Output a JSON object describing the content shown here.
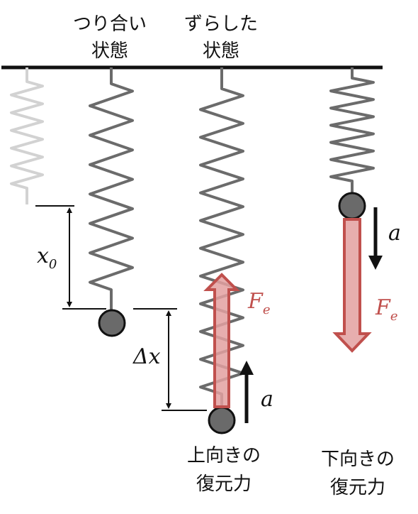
{
  "colors": {
    "ceiling": "#111111",
    "spring": "#6b6b6b",
    "spring_faded": "#d2d2d2",
    "mass_fill": "#6a6a6a",
    "mass_stroke": "#111111",
    "force_fill": "#e3a0a0",
    "force_stroke": "#c0504d",
    "force_text": "#c0504d",
    "accel": "#111111",
    "dimension": "#111111"
  },
  "labels": {
    "equilibrium_line1": "つり合い",
    "equilibrium_line2": "状態",
    "displaced_line1": "ずらした",
    "displaced_line2": "状態",
    "x0_main": "x",
    "x0_sub": "0",
    "dx": "Δx",
    "force_main": "F",
    "force_sub": "e",
    "accel": "a",
    "up_force_line1": "上向きの",
    "up_force_line2": "復元力",
    "down_force_line1": "下向きの",
    "down_force_line2": "復元力"
  }
}
